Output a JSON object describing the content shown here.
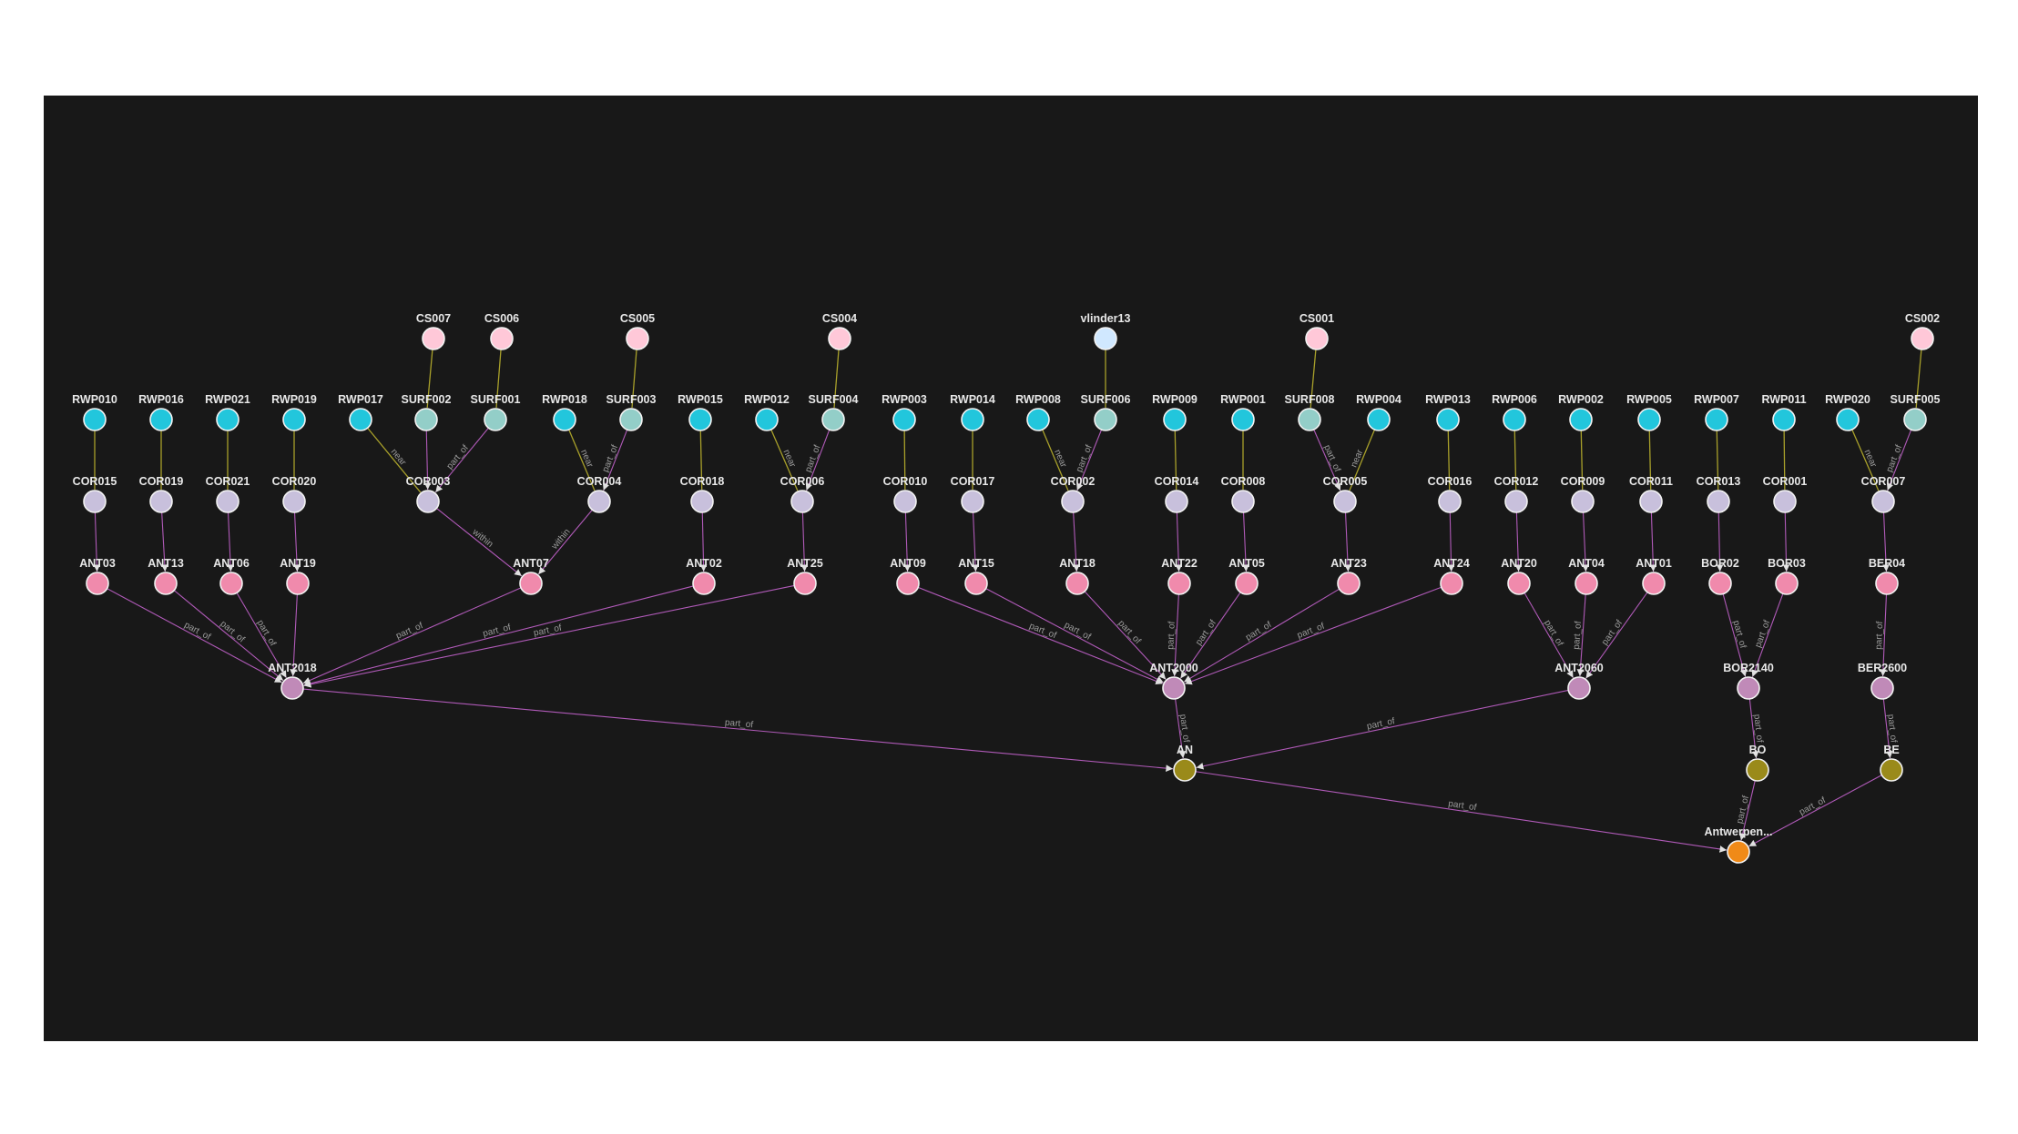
{
  "colors": {
    "background": "#181818",
    "part_of": "#b05ab8",
    "sensor_link": "#a8a02a",
    "edge_label": "#9a9a9a",
    "label": "#e8e8e8",
    "station": "#ffc8d8",
    "station_alt": "#d0e8ff",
    "rwp": "#22c6dc",
    "surf": "#93cec8",
    "cor": "#c8c0dc",
    "ant": "#f08aac",
    "area": "#c08ab8",
    "region": "#9a8a1a",
    "top": "#f08a18"
  },
  "graph": {
    "nodes": [
      {
        "id": "CS007",
        "label": "CS007",
        "type": "station"
      },
      {
        "id": "CS006",
        "label": "CS006",
        "type": "station"
      },
      {
        "id": "CS005",
        "label": "CS005",
        "type": "station"
      },
      {
        "id": "CS004",
        "label": "CS004",
        "type": "station"
      },
      {
        "id": "vlinder13",
        "label": "vlinder13",
        "type": "station_alt"
      },
      {
        "id": "CS001",
        "label": "CS001",
        "type": "station"
      },
      {
        "id": "CS002",
        "label": "CS002",
        "type": "station"
      },
      {
        "id": "RWP010",
        "label": "RWP010",
        "type": "rwp"
      },
      {
        "id": "RWP016",
        "label": "RWP016",
        "type": "rwp"
      },
      {
        "id": "RWP021",
        "label": "RWP021",
        "type": "rwp"
      },
      {
        "id": "RWP019",
        "label": "RWP019",
        "type": "rwp"
      },
      {
        "id": "RWP017",
        "label": "RWP017",
        "type": "rwp"
      },
      {
        "id": "SURF002",
        "label": "SURF002",
        "type": "surf"
      },
      {
        "id": "SURF001",
        "label": "SURF001",
        "type": "surf"
      },
      {
        "id": "RWP018",
        "label": "RWP018",
        "type": "rwp"
      },
      {
        "id": "SURF003",
        "label": "SURF003",
        "type": "surf"
      },
      {
        "id": "RWP015",
        "label": "RWP015",
        "type": "rwp"
      },
      {
        "id": "RWP012",
        "label": "RWP012",
        "type": "rwp"
      },
      {
        "id": "SURF004",
        "label": "SURF004",
        "type": "surf"
      },
      {
        "id": "RWP003",
        "label": "RWP003",
        "type": "rwp"
      },
      {
        "id": "RWP014",
        "label": "RWP014",
        "type": "rwp"
      },
      {
        "id": "RWP008",
        "label": "RWP008",
        "type": "rwp"
      },
      {
        "id": "SURF006",
        "label": "SURF006",
        "type": "surf"
      },
      {
        "id": "RWP009",
        "label": "RWP009",
        "type": "rwp"
      },
      {
        "id": "RWP001",
        "label": "RWP001",
        "type": "rwp"
      },
      {
        "id": "SURF008",
        "label": "SURF008",
        "type": "surf"
      },
      {
        "id": "RWP004",
        "label": "RWP004",
        "type": "rwp"
      },
      {
        "id": "RWP013",
        "label": "RWP013",
        "type": "rwp"
      },
      {
        "id": "RWP006",
        "label": "RWP006",
        "type": "rwp"
      },
      {
        "id": "RWP002",
        "label": "RWP002",
        "type": "rwp"
      },
      {
        "id": "RWP005",
        "label": "RWP005",
        "type": "rwp"
      },
      {
        "id": "RWP007",
        "label": "RWP007",
        "type": "rwp"
      },
      {
        "id": "RWP011",
        "label": "RWP011",
        "type": "rwp"
      },
      {
        "id": "RWP020",
        "label": "RWP020",
        "type": "rwp"
      },
      {
        "id": "SURF005",
        "label": "SURF005",
        "type": "surf"
      },
      {
        "id": "COR015",
        "label": "COR015",
        "type": "cor"
      },
      {
        "id": "COR019",
        "label": "COR019",
        "type": "cor"
      },
      {
        "id": "COR021",
        "label": "COR021",
        "type": "cor"
      },
      {
        "id": "COR020",
        "label": "COR020",
        "type": "cor"
      },
      {
        "id": "COR003",
        "label": "COR003",
        "type": "cor"
      },
      {
        "id": "COR004",
        "label": "COR004",
        "type": "cor"
      },
      {
        "id": "COR018",
        "label": "COR018",
        "type": "cor"
      },
      {
        "id": "COR006",
        "label": "COR006",
        "type": "cor"
      },
      {
        "id": "COR010",
        "label": "COR010",
        "type": "cor"
      },
      {
        "id": "COR017",
        "label": "COR017",
        "type": "cor"
      },
      {
        "id": "COR002",
        "label": "COR002",
        "type": "cor"
      },
      {
        "id": "COR014",
        "label": "COR014",
        "type": "cor"
      },
      {
        "id": "COR008",
        "label": "COR008",
        "type": "cor"
      },
      {
        "id": "COR005",
        "label": "COR005",
        "type": "cor"
      },
      {
        "id": "COR016",
        "label": "COR016",
        "type": "cor"
      },
      {
        "id": "COR012",
        "label": "COR012",
        "type": "cor"
      },
      {
        "id": "COR009",
        "label": "COR009",
        "type": "cor"
      },
      {
        "id": "COR011",
        "label": "COR011",
        "type": "cor"
      },
      {
        "id": "COR013",
        "label": "COR013",
        "type": "cor"
      },
      {
        "id": "COR001",
        "label": "COR001",
        "type": "cor"
      },
      {
        "id": "COR007",
        "label": "COR007",
        "type": "cor"
      },
      {
        "id": "ANT03",
        "label": "ANT03",
        "type": "ant"
      },
      {
        "id": "ANT13",
        "label": "ANT13",
        "type": "ant"
      },
      {
        "id": "ANT06",
        "label": "ANT06",
        "type": "ant"
      },
      {
        "id": "ANT19",
        "label": "ANT19",
        "type": "ant"
      },
      {
        "id": "ANT07",
        "label": "ANT07",
        "type": "ant"
      },
      {
        "id": "ANT02",
        "label": "ANT02",
        "type": "ant"
      },
      {
        "id": "ANT25",
        "label": "ANT25",
        "type": "ant"
      },
      {
        "id": "ANT09",
        "label": "ANT09",
        "type": "ant"
      },
      {
        "id": "ANT15",
        "label": "ANT15",
        "type": "ant"
      },
      {
        "id": "ANT18",
        "label": "ANT18",
        "type": "ant"
      },
      {
        "id": "ANT22",
        "label": "ANT22",
        "type": "ant"
      },
      {
        "id": "ANT05",
        "label": "ANT05",
        "type": "ant"
      },
      {
        "id": "ANT23",
        "label": "ANT23",
        "type": "ant"
      },
      {
        "id": "ANT24",
        "label": "ANT24",
        "type": "ant"
      },
      {
        "id": "ANT20",
        "label": "ANT20",
        "type": "ant"
      },
      {
        "id": "ANT04",
        "label": "ANT04",
        "type": "ant"
      },
      {
        "id": "ANT01",
        "label": "ANT01",
        "type": "ant"
      },
      {
        "id": "BOR02",
        "label": "BOR02",
        "type": "ant"
      },
      {
        "id": "BOR03",
        "label": "BOR03",
        "type": "ant"
      },
      {
        "id": "BER04",
        "label": "BER04",
        "type": "ant"
      },
      {
        "id": "ANT2018",
        "label": "ANT2018",
        "type": "area"
      },
      {
        "id": "ANT2000",
        "label": "ANT2000",
        "type": "area"
      },
      {
        "id": "ANT2060",
        "label": "ANT2060",
        "type": "area"
      },
      {
        "id": "BOR2140",
        "label": "BOR2140",
        "type": "area"
      },
      {
        "id": "BER2600",
        "label": "BER2600",
        "type": "area"
      },
      {
        "id": "AN",
        "label": "AN",
        "type": "region"
      },
      {
        "id": "BO",
        "label": "BO",
        "type": "region"
      },
      {
        "id": "BE",
        "label": "BE",
        "type": "region"
      },
      {
        "id": "Antwerpen",
        "label": "Antwerpen...",
        "type": "top"
      }
    ],
    "edges": [
      {
        "from": "CS007",
        "to": "SURF002",
        "kind": "sensor_link",
        "label": ""
      },
      {
        "from": "CS006",
        "to": "SURF001",
        "kind": "sensor_link",
        "label": ""
      },
      {
        "from": "CS005",
        "to": "SURF003",
        "kind": "sensor_link",
        "label": ""
      },
      {
        "from": "CS004",
        "to": "SURF004",
        "kind": "sensor_link",
        "label": ""
      },
      {
        "from": "vlinder13",
        "to": "SURF006",
        "kind": "sensor_link",
        "label": ""
      },
      {
        "from": "CS001",
        "to": "SURF008",
        "kind": "sensor_link",
        "label": ""
      },
      {
        "from": "CS002",
        "to": "SURF005",
        "kind": "sensor_link",
        "label": ""
      },
      {
        "from": "RWP010",
        "to": "COR015",
        "kind": "sensor_link",
        "label": ""
      },
      {
        "from": "RWP016",
        "to": "COR019",
        "kind": "sensor_link",
        "label": ""
      },
      {
        "from": "RWP021",
        "to": "COR021",
        "kind": "sensor_link",
        "label": ""
      },
      {
        "from": "RWP019",
        "to": "COR020",
        "kind": "sensor_link",
        "label": ""
      },
      {
        "from": "RWP017",
        "to": "COR003",
        "kind": "sensor_link",
        "label": "near"
      },
      {
        "from": "SURF002",
        "to": "COR003",
        "kind": "part_of",
        "label": ""
      },
      {
        "from": "SURF001",
        "to": "COR003",
        "kind": "part_of",
        "label": "part_of"
      },
      {
        "from": "RWP018",
        "to": "COR004",
        "kind": "sensor_link",
        "label": "near"
      },
      {
        "from": "SURF003",
        "to": "COR004",
        "kind": "part_of",
        "label": "part_of"
      },
      {
        "from": "RWP015",
        "to": "COR018",
        "kind": "sensor_link",
        "label": ""
      },
      {
        "from": "RWP012",
        "to": "COR006",
        "kind": "sensor_link",
        "label": "near"
      },
      {
        "from": "SURF004",
        "to": "COR006",
        "kind": "part_of",
        "label": "part_of"
      },
      {
        "from": "RWP003",
        "to": "COR010",
        "kind": "sensor_link",
        "label": ""
      },
      {
        "from": "RWP014",
        "to": "COR017",
        "kind": "sensor_link",
        "label": ""
      },
      {
        "from": "RWP008",
        "to": "COR002",
        "kind": "sensor_link",
        "label": "near"
      },
      {
        "from": "SURF006",
        "to": "COR002",
        "kind": "part_of",
        "label": "part_of"
      },
      {
        "from": "RWP009",
        "to": "COR014",
        "kind": "sensor_link",
        "label": ""
      },
      {
        "from": "RWP001",
        "to": "COR008",
        "kind": "sensor_link",
        "label": ""
      },
      {
        "from": "SURF008",
        "to": "COR005",
        "kind": "part_of",
        "label": "part_of"
      },
      {
        "from": "RWP004",
        "to": "COR005",
        "kind": "sensor_link",
        "label": "near"
      },
      {
        "from": "RWP013",
        "to": "COR016",
        "kind": "sensor_link",
        "label": ""
      },
      {
        "from": "RWP006",
        "to": "COR012",
        "kind": "sensor_link",
        "label": ""
      },
      {
        "from": "RWP002",
        "to": "COR009",
        "kind": "sensor_link",
        "label": ""
      },
      {
        "from": "RWP005",
        "to": "COR011",
        "kind": "sensor_link",
        "label": ""
      },
      {
        "from": "RWP007",
        "to": "COR013",
        "kind": "sensor_link",
        "label": ""
      },
      {
        "from": "RWP011",
        "to": "COR001",
        "kind": "sensor_link",
        "label": ""
      },
      {
        "from": "RWP020",
        "to": "COR007",
        "kind": "sensor_link",
        "label": "near"
      },
      {
        "from": "SURF005",
        "to": "COR007",
        "kind": "part_of",
        "label": "part_of"
      },
      {
        "from": "COR015",
        "to": "ANT03",
        "kind": "part_of",
        "label": ""
      },
      {
        "from": "COR019",
        "to": "ANT13",
        "kind": "part_of",
        "label": ""
      },
      {
        "from": "COR021",
        "to": "ANT06",
        "kind": "part_of",
        "label": ""
      },
      {
        "from": "COR020",
        "to": "ANT19",
        "kind": "part_of",
        "label": ""
      },
      {
        "from": "COR003",
        "to": "ANT07",
        "kind": "part_of",
        "label": "within"
      },
      {
        "from": "COR004",
        "to": "ANT07",
        "kind": "part_of",
        "label": "within"
      },
      {
        "from": "COR018",
        "to": "ANT02",
        "kind": "part_of",
        "label": ""
      },
      {
        "from": "COR006",
        "to": "ANT25",
        "kind": "part_of",
        "label": ""
      },
      {
        "from": "COR010",
        "to": "ANT09",
        "kind": "part_of",
        "label": ""
      },
      {
        "from": "COR017",
        "to": "ANT15",
        "kind": "part_of",
        "label": ""
      },
      {
        "from": "COR002",
        "to": "ANT18",
        "kind": "part_of",
        "label": ""
      },
      {
        "from": "COR014",
        "to": "ANT22",
        "kind": "part_of",
        "label": ""
      },
      {
        "from": "COR008",
        "to": "ANT05",
        "kind": "part_of",
        "label": ""
      },
      {
        "from": "COR005",
        "to": "ANT23",
        "kind": "part_of",
        "label": ""
      },
      {
        "from": "COR016",
        "to": "ANT24",
        "kind": "part_of",
        "label": ""
      },
      {
        "from": "COR012",
        "to": "ANT20",
        "kind": "part_of",
        "label": ""
      },
      {
        "from": "COR009",
        "to": "ANT04",
        "kind": "part_of",
        "label": ""
      },
      {
        "from": "COR011",
        "to": "ANT01",
        "kind": "part_of",
        "label": ""
      },
      {
        "from": "COR013",
        "to": "BOR02",
        "kind": "part_of",
        "label": ""
      },
      {
        "from": "COR001",
        "to": "BOR03",
        "kind": "part_of",
        "label": ""
      },
      {
        "from": "COR007",
        "to": "BER04",
        "kind": "part_of",
        "label": ""
      },
      {
        "from": "ANT03",
        "to": "ANT2018",
        "kind": "part_of",
        "label": "part_of"
      },
      {
        "from": "ANT13",
        "to": "ANT2018",
        "kind": "part_of",
        "label": "part_of"
      },
      {
        "from": "ANT06",
        "to": "ANT2018",
        "kind": "part_of",
        "label": "part_of"
      },
      {
        "from": "ANT19",
        "to": "ANT2018",
        "kind": "part_of",
        "label": ""
      },
      {
        "from": "ANT07",
        "to": "ANT2018",
        "kind": "part_of",
        "label": "part_of"
      },
      {
        "from": "ANT02",
        "to": "ANT2018",
        "kind": "part_of",
        "label": "part_of"
      },
      {
        "from": "ANT25",
        "to": "ANT2018",
        "kind": "part_of",
        "label": "part_of"
      },
      {
        "from": "ANT09",
        "to": "ANT2000",
        "kind": "part_of",
        "label": "part_of"
      },
      {
        "from": "ANT15",
        "to": "ANT2000",
        "kind": "part_of",
        "label": "part_of"
      },
      {
        "from": "ANT18",
        "to": "ANT2000",
        "kind": "part_of",
        "label": "part_of"
      },
      {
        "from": "ANT22",
        "to": "ANT2000",
        "kind": "part_of",
        "label": "part_of"
      },
      {
        "from": "ANT05",
        "to": "ANT2000",
        "kind": "part_of",
        "label": "part_of"
      },
      {
        "from": "ANT23",
        "to": "ANT2000",
        "kind": "part_of",
        "label": "part_of"
      },
      {
        "from": "ANT24",
        "to": "ANT2000",
        "kind": "part_of",
        "label": "part_of"
      },
      {
        "from": "ANT20",
        "to": "ANT2060",
        "kind": "part_of",
        "label": "part_of"
      },
      {
        "from": "ANT04",
        "to": "ANT2060",
        "kind": "part_of",
        "label": "part_of"
      },
      {
        "from": "ANT01",
        "to": "ANT2060",
        "kind": "part_of",
        "label": "part_of"
      },
      {
        "from": "BOR02",
        "to": "BOR2140",
        "kind": "part_of",
        "label": "part_of"
      },
      {
        "from": "BOR03",
        "to": "BOR2140",
        "kind": "part_of",
        "label": "part_of"
      },
      {
        "from": "BER04",
        "to": "BER2600",
        "kind": "part_of",
        "label": "part_of"
      },
      {
        "from": "ANT2018",
        "to": "AN",
        "kind": "part_of",
        "label": "part_of"
      },
      {
        "from": "ANT2000",
        "to": "AN",
        "kind": "part_of",
        "label": "part_of"
      },
      {
        "from": "ANT2060",
        "to": "AN",
        "kind": "part_of",
        "label": "part_of"
      },
      {
        "from": "BOR2140",
        "to": "BO",
        "kind": "part_of",
        "label": "part_of"
      },
      {
        "from": "BER2600",
        "to": "BE",
        "kind": "part_of",
        "label": "part_of"
      },
      {
        "from": "AN",
        "to": "Antwerpen",
        "kind": "part_of",
        "label": "part_of"
      },
      {
        "from": "BO",
        "to": "Antwerpen",
        "kind": "part_of",
        "label": "part_of"
      },
      {
        "from": "BE",
        "to": "Antwerpen",
        "kind": "part_of",
        "label": "part_of"
      }
    ]
  }
}
